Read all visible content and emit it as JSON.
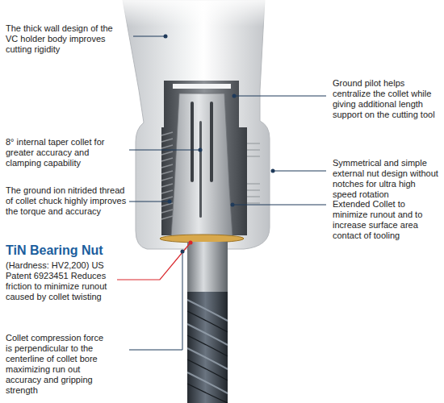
{
  "diagram": {
    "labels": [
      "The thick wall design of the VC holder body improves cutting rigidity",
      "Ground pilot helps centralize the collet while giving additional length support on the cutting tool",
      "8° internal taper collet for greater accuracy and clamping capability",
      "Symmetrical and simple external nut design without notches for ultra high speed rotation",
      "The ground ion nitrided thread of collet chuck highly improves the torque and accuracy",
      "Extended Collet to minimize runout and to increase surface area contact of tooling",
      "TiN Bearing Nut",
      "(Hardness: HV2,200) US Patent 6923451 Reduces friction to minimize runout caused by collet twisting",
      "Collet compression force is perpendicular to the centerline of collet bore maximizing run out accuracy and gripping strength"
    ]
  }
}
